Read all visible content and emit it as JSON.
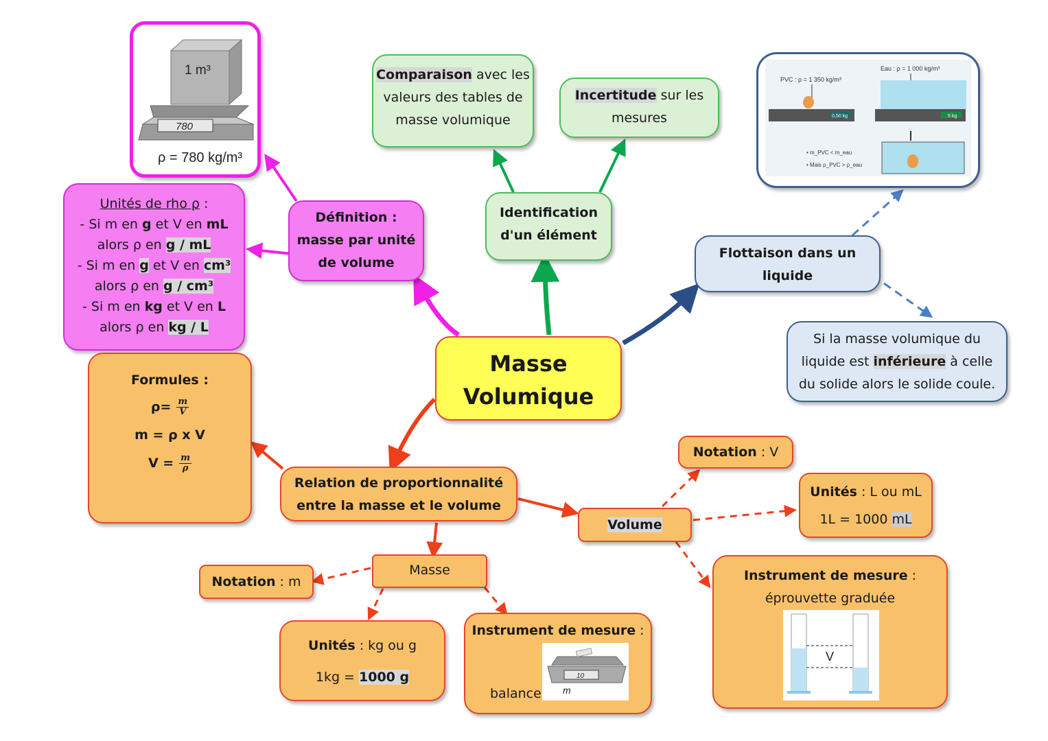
{
  "center": {
    "line1": "Masse",
    "line2": "Volumique"
  },
  "definition": {
    "line1": "Définition :",
    "line2": "masse par unité",
    "line3": "de volume"
  },
  "units_rho": {
    "title": "Unités de rho ρ",
    "title_suffix": " :",
    "lines": [
      [
        "- Si m en ",
        "g",
        " et V en ",
        "mL"
      ],
      [
        "alors ρ en ",
        "g / mL"
      ],
      [
        "- Si m en ",
        "g",
        " et V en ",
        "cm³"
      ],
      [
        "alors ρ en ",
        "g / cm³"
      ],
      [
        "- Si m en ",
        "kg",
        " et V en ",
        "L"
      ],
      [
        "alors ρ en ",
        "kg / L"
      ]
    ]
  },
  "image_cube": {
    "cube_label": "1 m³",
    "display": "780",
    "caption": "ρ = 780 kg/m³"
  },
  "identification": {
    "line1": "Identification",
    "line2": "d'un élément"
  },
  "comparaison": {
    "bold": "Comparaison",
    "rest": " avec les",
    "line2": "valeurs des tables de",
    "line3": "masse volumique"
  },
  "incertitude": {
    "bold": "Incertitude",
    "rest": " sur les",
    "line2": "mesures"
  },
  "flottaison": {
    "line1": "Flottaison dans un",
    "line2": "liquide"
  },
  "flottaison_image": {
    "pvc": "PVC : ρ = 1 350 kg/m³",
    "eau": "Eau : ρ = 1 000 kg/m³",
    "scale1": "0,50 kg",
    "scale2": "5 kg",
    "note1": "• m_PVC < m_eau",
    "note2": "• Mais ρ_PVC > ρ_eau"
  },
  "si_masse": {
    "line1": "Si la masse volumique du",
    "line2a": "liquide est ",
    "line2b": "inférieure",
    "line2c": " à celle",
    "line3": "du solide alors le solide coule."
  },
  "formules": {
    "title": "Formules :",
    "f1_lhs": "ρ=",
    "f2": "m  =  ρ x V",
    "f3_lhs": "V  =",
    "m": "m",
    "V": "V",
    "rho": "ρ"
  },
  "relation": {
    "line1": "Relation de proportionnalité",
    "line2": "entre la masse et le volume"
  },
  "volume": {
    "label": "Volume"
  },
  "notation_v": {
    "bold": "Notation",
    "rest": " : V"
  },
  "unites_v": {
    "bold": "Unités",
    "rest": " : L ou mL",
    "line2a": "1L = 1000 ",
    "line2b": "mL"
  },
  "instrument_v": {
    "bold": "Instrument de mesure",
    "rest": " :",
    "line2": "éprouvette graduée",
    "v_mark": "V"
  },
  "masse": {
    "label": "Masse"
  },
  "notation_m": {
    "bold": "Notation",
    "rest": " : m"
  },
  "unites_m": {
    "bold": "Unités",
    "rest": " : kg ou g",
    "line2a": "1kg = ",
    "line2b": "1000 g"
  },
  "instrument_m": {
    "bold": "Instrument de mesure",
    "rest": " :",
    "label": "balance",
    "display": "10",
    "m_label": "m"
  }
}
